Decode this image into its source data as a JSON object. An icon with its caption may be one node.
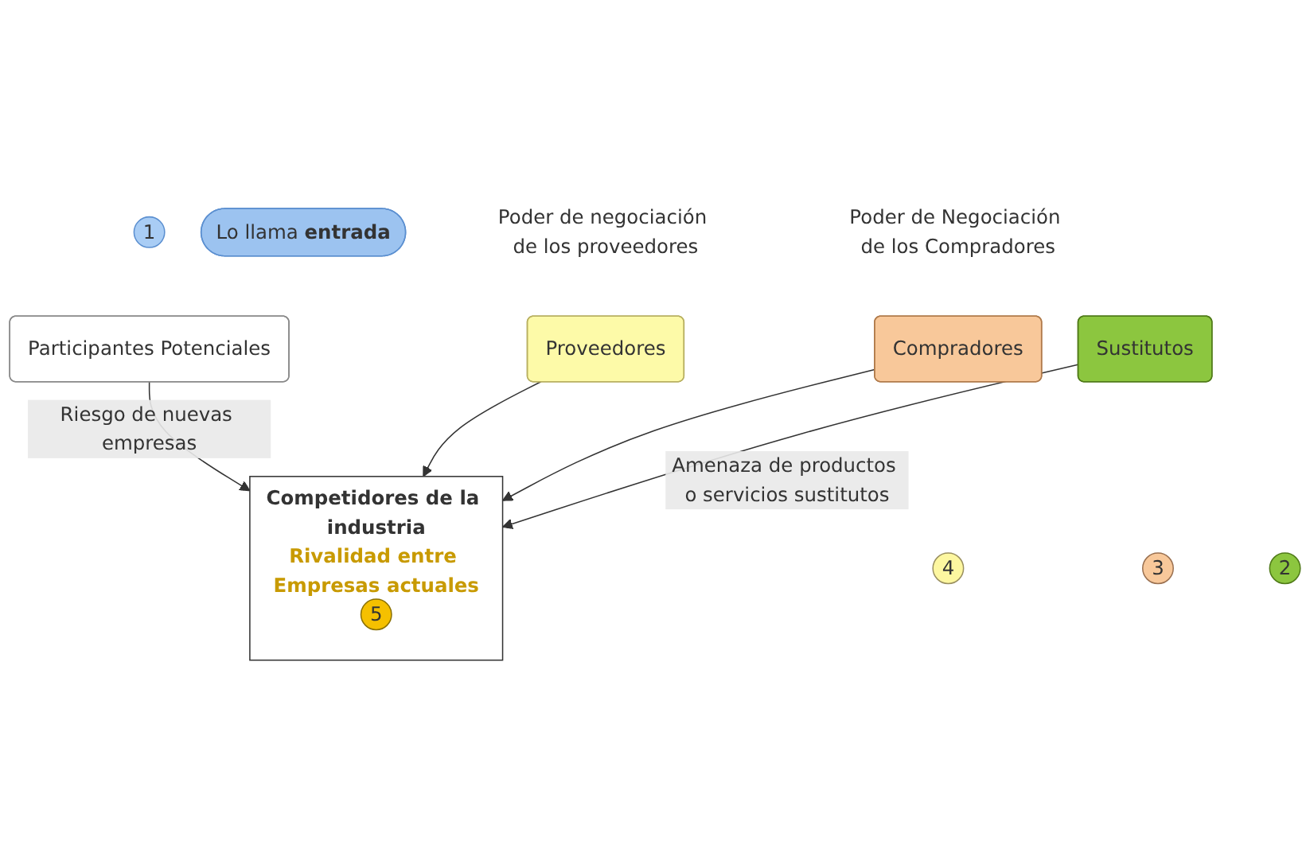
{
  "diagram": {
    "nodes": [
      {
        "text": [
          "1"
        ]
      },
      {
        "text": [
          "Participantes Potenciales"
        ]
      },
      {
        "text": [
          "Lo llama **entrada**"
        ]
      },
      {
        "text": [
          "Competidores de la industria",
          "Rivalidad entre Empresas actuales"
        ]
      },
      {
        "text": [
          "Proveedores"
        ],
        "beside": [
          "Poder de negociación de los proveedores"
        ]
      },
      {
        "text": [
          "Compradores"
        ],
        "beside": [
          "Poder de Negociación de los Compradores"
        ]
      },
      {
        "text": [
          "4"
        ]
      },
      {
        "text": [
          "5"
        ],
        "in": 3
      },
      {
        "text": [
          "3"
        ]
      },
      {
        "text": [
          "Sustitutos"
        ]
      },
      {
        "text": [
          "2"
        ]
      }
    ],
    "edges": [
      {
        "from": 1,
        "to": 3,
        "arrow": "to",
        "label": "Riesgo de nuevas empresas"
      },
      {
        "from": 4,
        "to": 3,
        "arrow": "to"
      },
      {
        "from": 5,
        "to": 3,
        "arrow": "to"
      },
      {
        "from": 9,
        "to": 3,
        "arrow": "to",
        "label": "Amenaza de productos o servicios sustitutos"
      }
    ]
  }
}
